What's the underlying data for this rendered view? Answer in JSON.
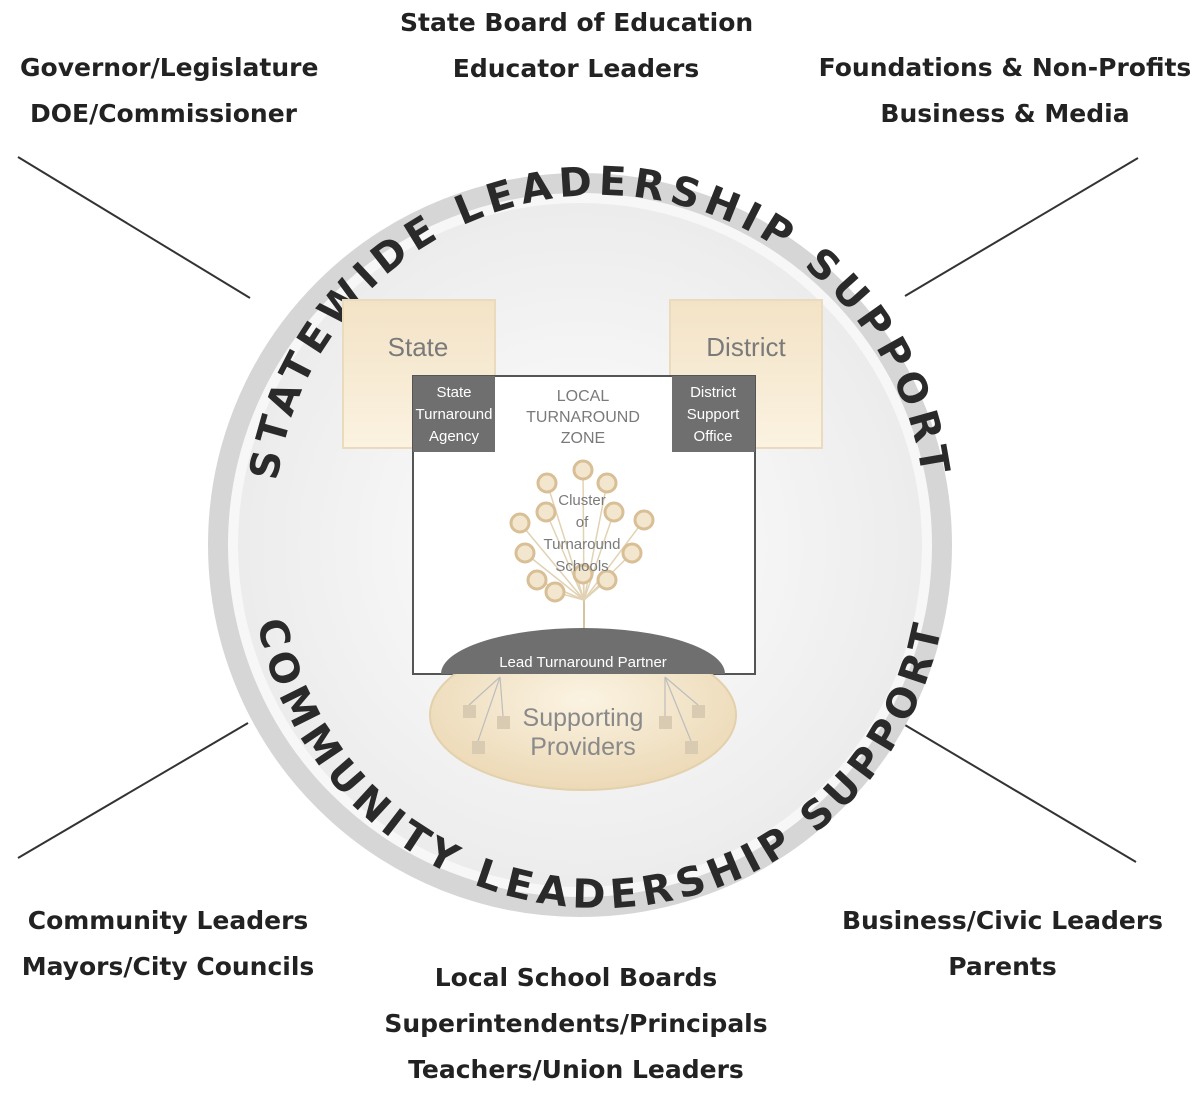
{
  "statewide_label": "STATEWIDE LEADERSHIP SUPPORT",
  "community_label": "COMMUNITY LEADERSHIP SUPPORT",
  "top_left": [
    "Governor/Legislature",
    "DOE/Commissioner"
  ],
  "top_center": [
    "State Board of Education",
    "Educator Leaders"
  ],
  "top_right": [
    "Foundations & Non-Profits",
    "Business & Media"
  ],
  "bottom_left": [
    "Community Leaders",
    "Mayors/City Councils"
  ],
  "bottom_center": [
    "Local School Boards",
    "Superintendents/Principals",
    "Teachers/Union Leaders"
  ],
  "bottom_right": [
    "Business/Civic Leaders",
    "Parents"
  ],
  "state_box": "State",
  "district_box": "District",
  "state_agency": [
    "State",
    "Turnaround",
    "Agency"
  ],
  "district_office": [
    "District",
    "Support",
    "Office"
  ],
  "zone": [
    "LOCAL",
    "TURNAROUND",
    "ZONE"
  ],
  "cluster": [
    "Cluster",
    "of",
    "Turnaround",
    "Schools"
  ],
  "lead_partner": "Lead Turnaround Partner",
  "providers": [
    "Supporting",
    "Providers"
  ],
  "colors": {
    "ring": "#d9d9d9",
    "inner_fill": "#f1f1f1",
    "tan_box": "#f6e7cc",
    "dark_gray": "#6f6f6f",
    "oval": "#f0e2c4",
    "node": "#e0c9a5"
  }
}
